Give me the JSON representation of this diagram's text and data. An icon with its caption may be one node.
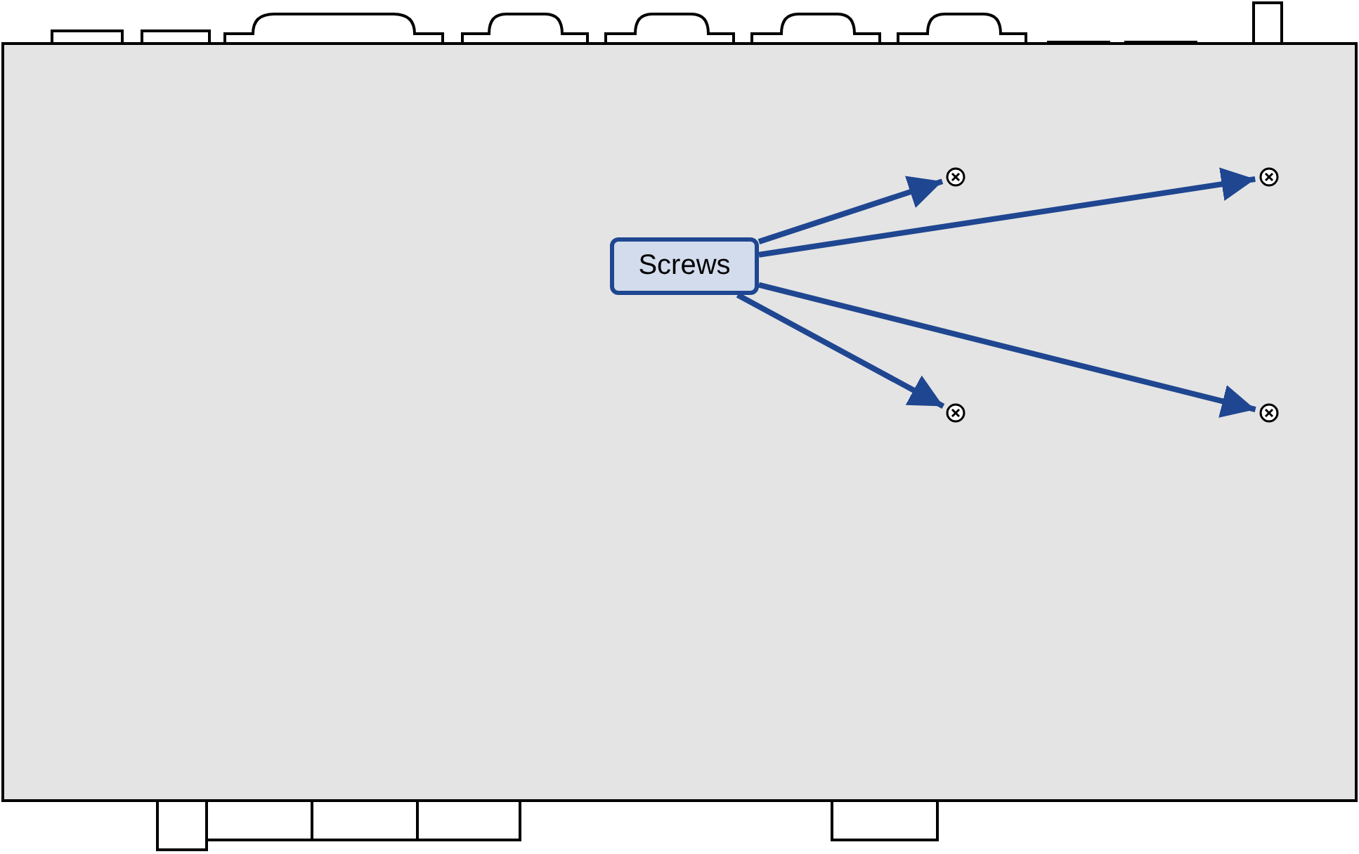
{
  "diagram": {
    "nodes": [
      {
        "text": [
          "Screws"
        ]
      },
      {
        "text": [],
        "shape": "circle"
      },
      {
        "text": [],
        "shape": "circle"
      },
      {
        "text": [],
        "shape": "circle"
      },
      {
        "text": [],
        "shape": "circle"
      }
    ],
    "edges": [
      {
        "from": 0,
        "to": 1,
        "arrow": "to"
      },
      {
        "from": 0,
        "to": 2,
        "arrow": "to"
      },
      {
        "from": 0,
        "to": 3,
        "arrow": "to"
      },
      {
        "from": 0,
        "to": 4,
        "arrow": "to"
      }
    ]
  }
}
